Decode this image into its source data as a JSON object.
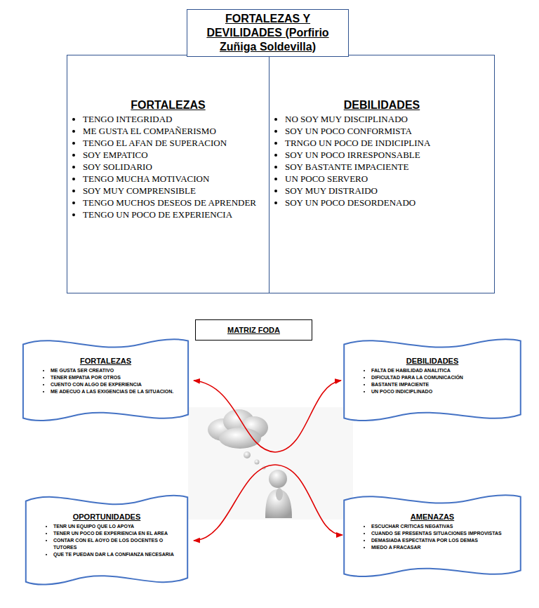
{
  "diagram": {
    "nodes": [
      {
        "text": [
          "FORTALEZAS Y DEVILIDADES (Porfirio Zuñiga Soldevilla)"
        ]
      },
      {
        "text": [
          "FORTALEZAS",
          "TENGO INTEGRIDAD",
          "ME GUSTA EL COMPAÑERISMO",
          "TENGO EL AFAN DE SUPERACION",
          "SOY EMPATICO",
          "SOY SOLIDARIO",
          "TENGO MUCHA MOTIVACION",
          "SOY MUY COMPRENSIBLE",
          "TENGO MUCHOS DESEOS DE APRENDER",
          "TENGO UN POCO DE EXPERIENCIA"
        ]
      },
      {
        "text": [
          "DEBILIDADES",
          "NO SOY MUY DISCIPLINADO",
          "SOY UN POCO CONFORMISTA",
          "TRNGO UN POCO DE INDICIPLINA",
          "SOY UN POCO IRRESPONSABLE",
          "SOY BASTANTE IMPACIENTE",
          "UN POCO SERVERO",
          "SOY MUY DISTRAIDO",
          "SOY UN POCO DESORDENADO"
        ]
      },
      {
        "text": [
          "MATRIZ FODA"
        ]
      },
      {
        "text": [
          "FORTALEZAS",
          "ME GUSTA SER CREATIVO",
          "TENER EMPATIA POR OTROS",
          "CUENTO CON ALGO DE EXPERIENCIA",
          "ME ADECUO A LAS EXIGENCIAS DE LA SITUACION."
        ]
      },
      {
        "text": [
          "DEBILIDADES",
          "FALTA DE HABILIDAD ANALITICA",
          "DIFICULTAD PARA LA COMUNICACIÓN",
          "BASTANTE IMPACIENTE",
          "UN POCO INDICIPLINADO"
        ]
      },
      {
        "text": [
          "OPORTUNIDADES",
          "TENR UN EQUIPO QUE LO APOYA",
          "TENER UN POCO DE EXPERIENCIA EN EL AREA",
          "CONTAR CON EL AOYO DE LOS DOCENTES O TUTORES",
          "QUE TE PUEDAN DAR LA CONFIANZA NECESARIA"
        ]
      },
      {
        "text": [
          "AMENAZAS",
          "ESCUCHAR CRITICAS NEGATIVAS",
          "CUANDO SE PRESENTAS SITUACIONES IMPROVISTAS",
          "DEMASIADA ESPECTATIVA POR LOS DEMAS",
          "MIEDO A FRACASAR"
        ]
      }
    ]
  }
}
